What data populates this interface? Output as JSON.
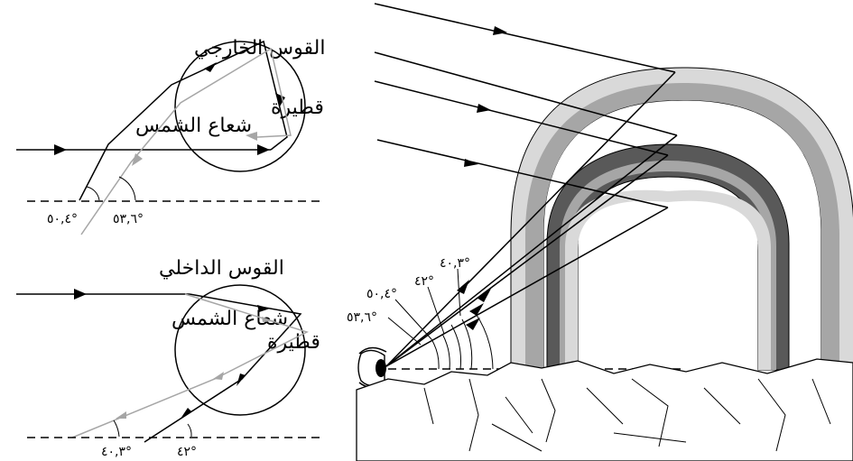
{
  "top_diagram": {
    "title": "القوس الخارجي",
    "ray_label": "شعاع الشمس",
    "drop_label": "قطيرة",
    "angle_black": "٥٠,٤°",
    "angle_gray": "٥٣,٦°"
  },
  "bottom_diagram": {
    "title": "القوس الداخلي",
    "ray_label": "شعاع الشمس",
    "drop_label": "قطيرة",
    "angle_gray": "٤٠,٣°",
    "angle_black": "٤٢°"
  },
  "rainbow_diagram": {
    "angle_1": "٤٠,٣°",
    "angle_2": "٤٢°",
    "angle_3": "٥٠,٤°",
    "angle_4": "٥٣,٦°"
  },
  "colors": {
    "outer_band": "#d9d9d9",
    "mid_band": "#a6a6a6",
    "dark_band": "#595959",
    "ray_gray": "#a6a6a6"
  }
}
